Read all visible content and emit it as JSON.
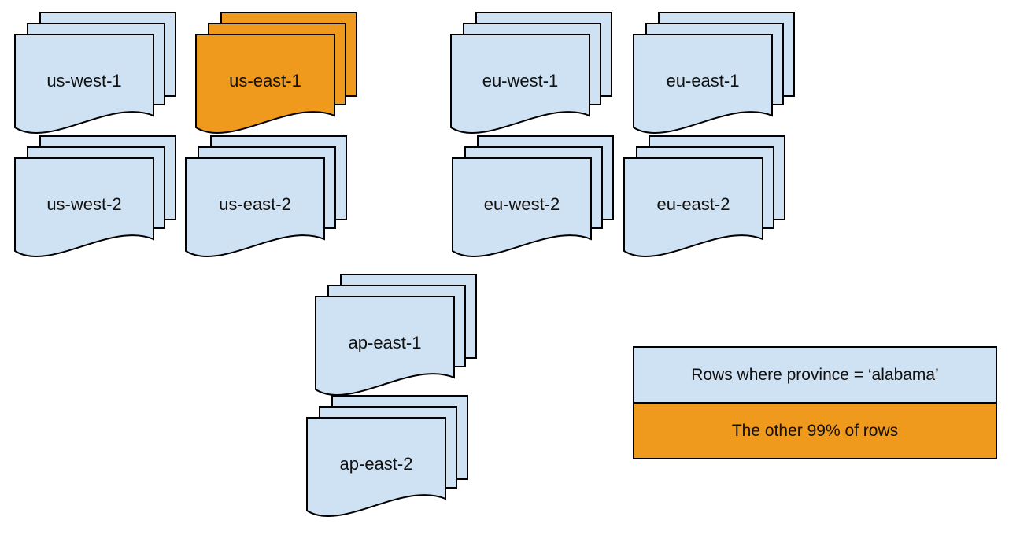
{
  "diagram": {
    "stacks": [
      {
        "id": "us-west-1",
        "label": "us-west-1",
        "variant": "blue"
      },
      {
        "id": "us-east-1",
        "label": "us-east-1",
        "variant": "orange"
      },
      {
        "id": "eu-west-1",
        "label": "eu-west-1",
        "variant": "blue"
      },
      {
        "id": "eu-east-1",
        "label": "eu-east-1",
        "variant": "blue"
      },
      {
        "id": "us-west-2",
        "label": "us-west-2",
        "variant": "blue"
      },
      {
        "id": "us-east-2",
        "label": "us-east-2",
        "variant": "blue"
      },
      {
        "id": "eu-west-2",
        "label": "eu-west-2",
        "variant": "blue"
      },
      {
        "id": "eu-east-2",
        "label": "eu-east-2",
        "variant": "blue"
      },
      {
        "id": "ap-east-1",
        "label": "ap-east-1",
        "variant": "blue"
      },
      {
        "id": "ap-east-2",
        "label": "ap-east-2",
        "variant": "blue"
      }
    ],
    "legend": {
      "items": [
        {
          "label": "Rows where province = ‘alabama’",
          "variant": "blue"
        },
        {
          "label": "The other 99% of rows",
          "variant": "orange"
        }
      ]
    },
    "colors": {
      "doc_blue": "#cfe2f3",
      "doc_orange": "#f09a1d",
      "stroke": "#000000",
      "background": "#ffffff"
    }
  }
}
